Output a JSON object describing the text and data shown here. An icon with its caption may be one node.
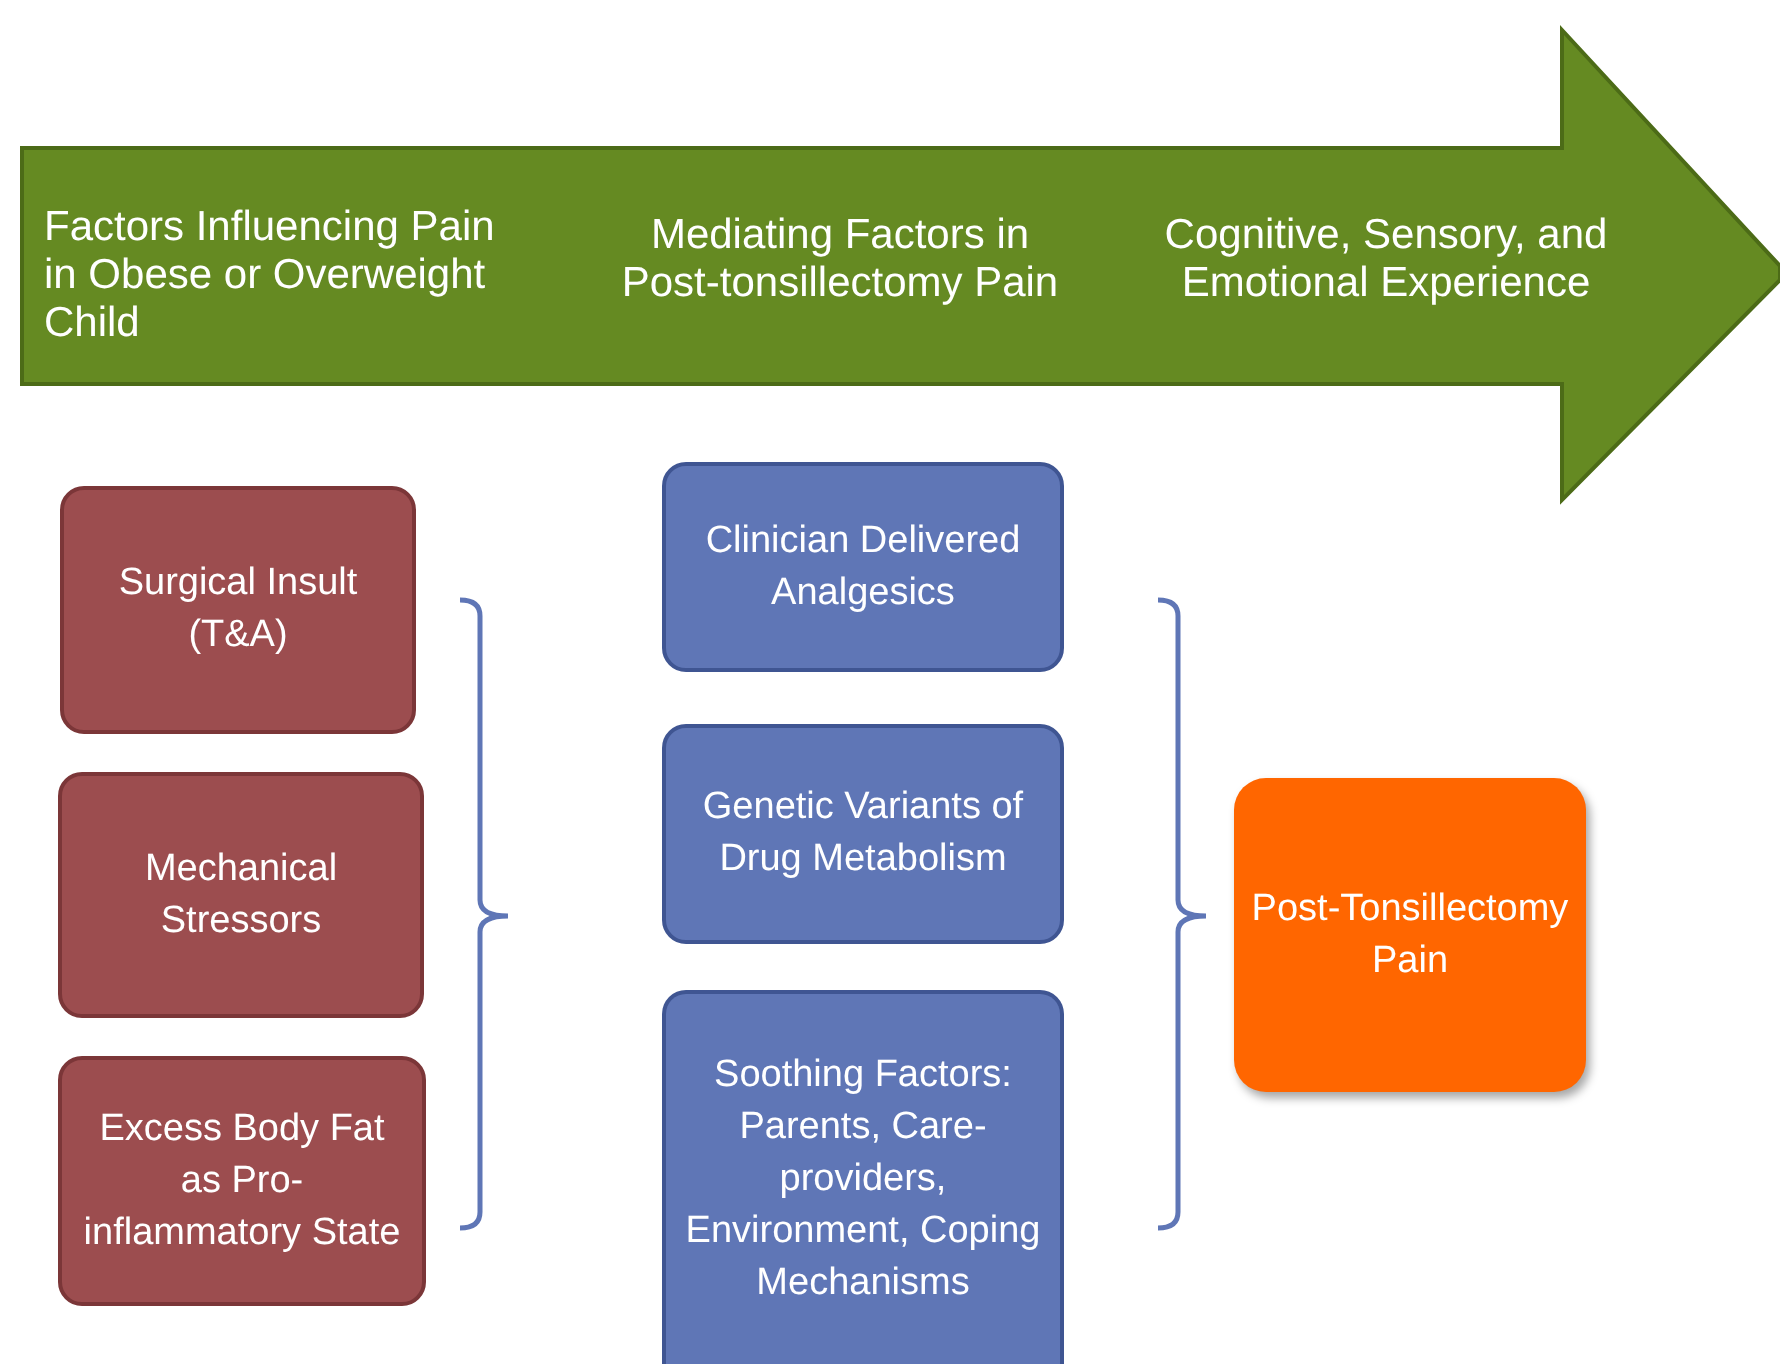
{
  "diagram": {
    "nodes": [
      {
        "text": [
          "Factors Influencing Pain in Obese or Overweight Child",
          "Mediating Factors in Post-tonsillectomy Pain",
          "Cognitive, Sensory, and Emotional Experience"
        ]
      },
      {
        "text": [
          "Surgical Insult (T&A)"
        ]
      },
      {
        "text": [
          "Mechanical Stressors"
        ]
      },
      {
        "text": [
          "Excess Body Fat as Pro-inflammatory State"
        ]
      },
      {
        "text": [
          "Clinician Delivered Analgesics"
        ]
      },
      {
        "text": [
          "Genetic Variants of Drug Metabolism"
        ]
      },
      {
        "text": [
          "Soothing Factors: Parents, Care-providers, Environment, Coping Mechanisms"
        ]
      },
      {
        "text": [
          "Post-Tonsillectomy Pain"
        ]
      }
    ]
  }
}
